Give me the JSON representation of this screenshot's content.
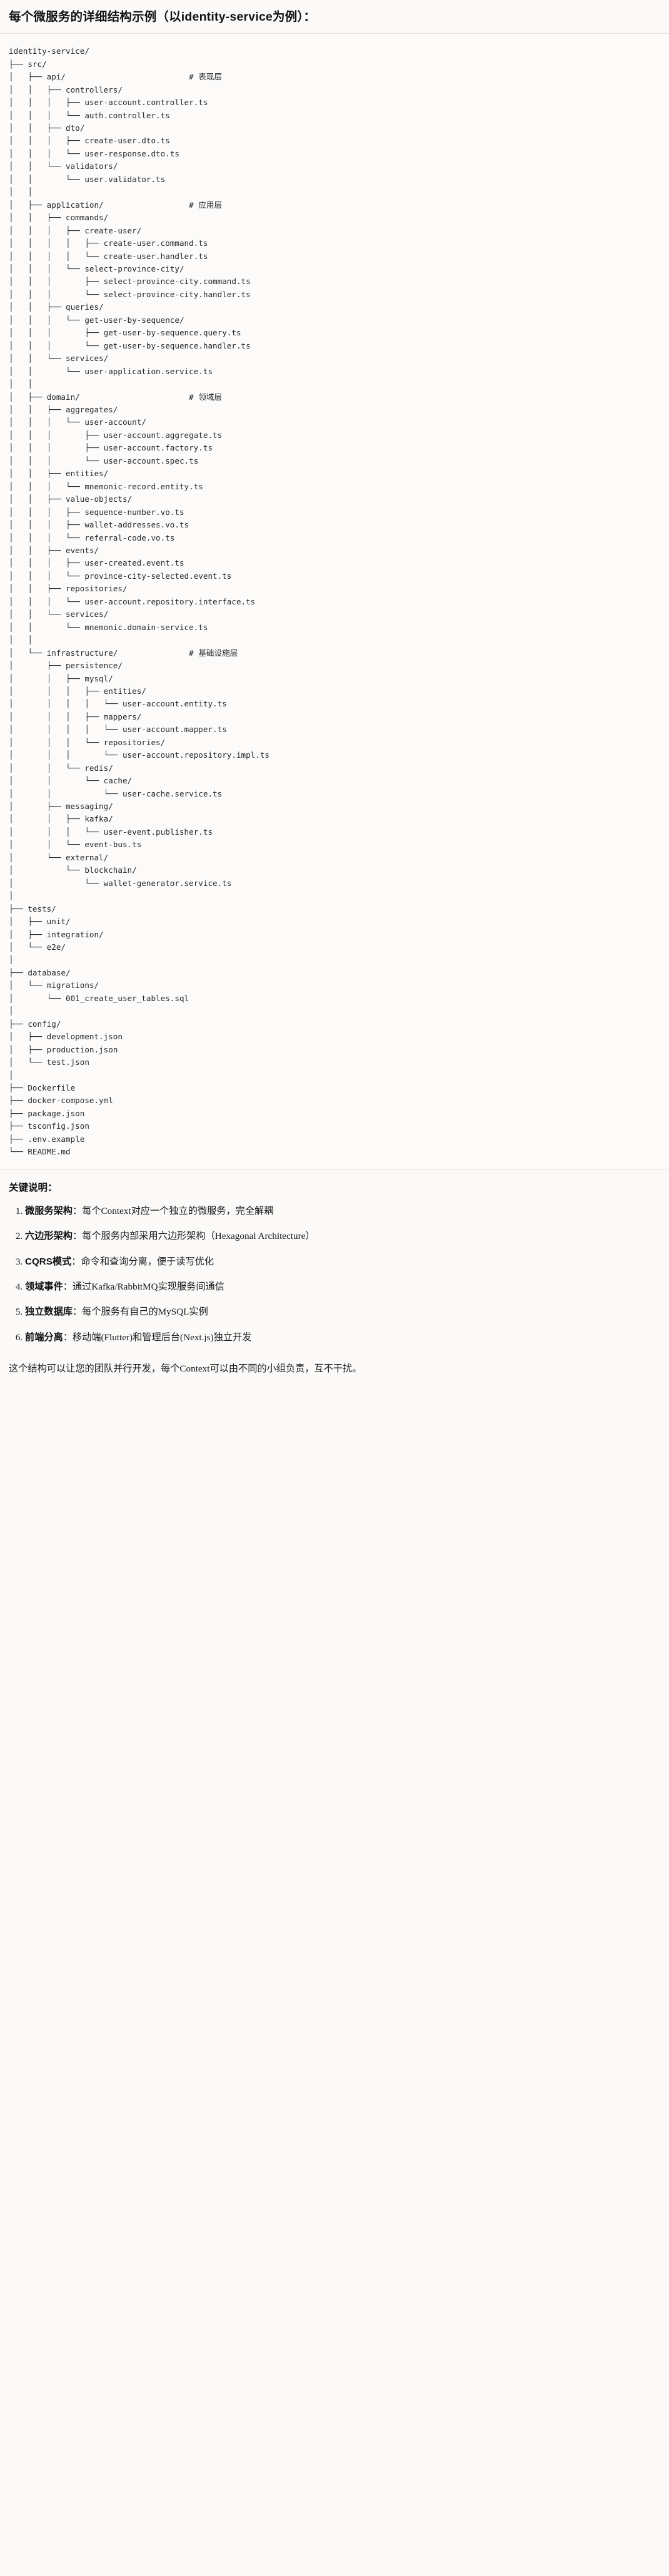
{
  "document": {
    "title": "每个微服务的详细结构示例（以identity-service为例）：",
    "background_color": "#fbfaf8",
    "divider_color": "#e3e1dc",
    "text_color": "#1a1a1a"
  },
  "tree": {
    "root": "identity-service/",
    "comments": {
      "api": "# 表现层",
      "application": "# 应用层",
      "domain": "# 领域层",
      "infrastructure": "# 基础设施层"
    },
    "text": "identity-service/\n├── src/\n│   ├── api/                          # 表现层\n│   │   ├── controllers/\n│   │   │   ├── user-account.controller.ts\n│   │   │   └── auth.controller.ts\n│   │   ├── dto/\n│   │   │   ├── create-user.dto.ts\n│   │   │   └── user-response.dto.ts\n│   │   └── validators/\n│   │       └── user.validator.ts\n│   │\n│   ├── application/                  # 应用层\n│   │   ├── commands/\n│   │   │   ├── create-user/\n│   │   │   │   ├── create-user.command.ts\n│   │   │   │   └── create-user.handler.ts\n│   │   │   └── select-province-city/\n│   │   │       ├── select-province-city.command.ts\n│   │   │       └── select-province-city.handler.ts\n│   │   ├── queries/\n│   │   │   └── get-user-by-sequence/\n│   │   │       ├── get-user-by-sequence.query.ts\n│   │   │       └── get-user-by-sequence.handler.ts\n│   │   └── services/\n│   │       └── user-application.service.ts\n│   │\n│   ├── domain/                       # 领域层\n│   │   ├── aggregates/\n│   │   │   └── user-account/\n│   │   │       ├── user-account.aggregate.ts\n│   │   │       ├── user-account.factory.ts\n│   │   │       └── user-account.spec.ts\n│   │   ├── entities/\n│   │   │   └── mnemonic-record.entity.ts\n│   │   ├── value-objects/\n│   │   │   ├── sequence-number.vo.ts\n│   │   │   ├── wallet-addresses.vo.ts\n│   │   │   └── referral-code.vo.ts\n│   │   ├── events/\n│   │   │   ├── user-created.event.ts\n│   │   │   └── province-city-selected.event.ts\n│   │   ├── repositories/\n│   │   │   └── user-account.repository.interface.ts\n│   │   └── services/\n│   │       └── mnemonic.domain-service.ts\n│   │\n│   └── infrastructure/               # 基础设施层\n│       ├── persistence/\n│       │   ├── mysql/\n│       │   │   ├── entities/\n│       │   │   │   └── user-account.entity.ts\n│       │   │   ├── mappers/\n│       │   │   │   └── user-account.mapper.ts\n│       │   │   └── repositories/\n│       │   │       └── user-account.repository.impl.ts\n│       │   └── redis/\n│       │       └── cache/\n│       │           └── user-cache.service.ts\n│       ├── messaging/\n│       │   ├── kafka/\n│       │   │   └── user-event.publisher.ts\n│       │   └── event-bus.ts\n│       └── external/\n│           └── blockchain/\n│               └── wallet-generator.service.ts\n│\n├── tests/\n│   ├── unit/\n│   ├── integration/\n│   └── e2e/\n│\n├── database/\n│   └── migrations/\n│       └── 001_create_user_tables.sql\n│\n├── config/\n│   ├── development.json\n│   ├── production.json\n│   └── test.json\n│\n├── Dockerfile\n├── docker-compose.yml\n├── package.json\n├── tsconfig.json\n├── .env.example\n└── README.md"
  },
  "keypoints": {
    "heading": "关键说明：",
    "items": [
      {
        "term": "微服务架构",
        "sep": "：",
        "desc": "每个Context对应一个独立的微服务，完全解耦"
      },
      {
        "term": "六边形架构",
        "sep": "：",
        "desc": "每个服务内部采用六边形架构（Hexagonal Architecture）"
      },
      {
        "term": "CQRS模式",
        "sep": "：",
        "desc": "命令和查询分离，便于读写优化"
      },
      {
        "term": "领域事件",
        "sep": "：",
        "desc": "通过Kafka/RabbitMQ实现服务间通信"
      },
      {
        "term": "独立数据库",
        "sep": "：",
        "desc": "每个服务有自己的MySQL实例"
      },
      {
        "term": "前端分离",
        "sep": "：",
        "desc": "移动端(Flutter)和管理后台(Next.js)独立开发"
      }
    ]
  },
  "closing": {
    "text": "这个结构可以让您的团队并行开发，每个Context可以由不同的小组负责，互不干扰。"
  }
}
